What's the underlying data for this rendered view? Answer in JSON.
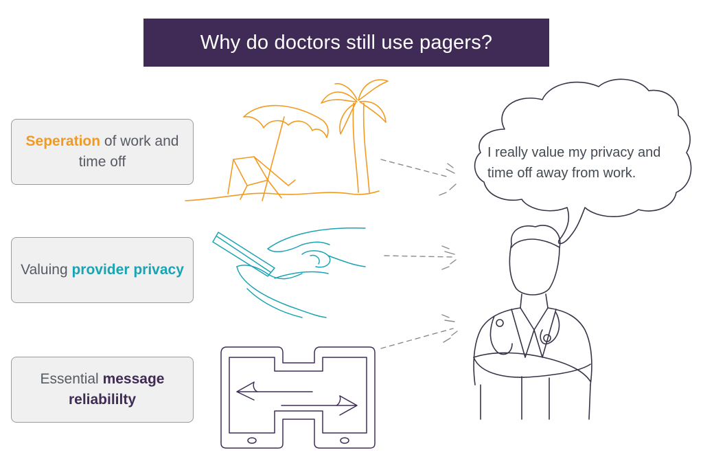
{
  "title": "Why do doctors still use pagers?",
  "reasons": [
    {
      "highlight": "Seperation",
      "rest": " of work and time off",
      "color": "#f29a1f",
      "icon": "beach-umbrella-chair-palm-icon"
    },
    {
      "prefix": "Valuing ",
      "highlight": "provider privacy",
      "color": "#1aa3b3",
      "icon": "hands-phone-icon"
    },
    {
      "prefix": "Essential ",
      "highlight": "message reliabililty",
      "color": "#3f2b56",
      "icon": "two-phones-arrows-icon"
    }
  ],
  "thought_bubble": {
    "text": "I really value my privacy and time off away from work."
  },
  "colors": {
    "title_bg": "#3f2b56",
    "orange": "#f29a1f",
    "teal": "#1aa3b3",
    "purple": "#3f2b56",
    "doctor": "#3a3247"
  }
}
